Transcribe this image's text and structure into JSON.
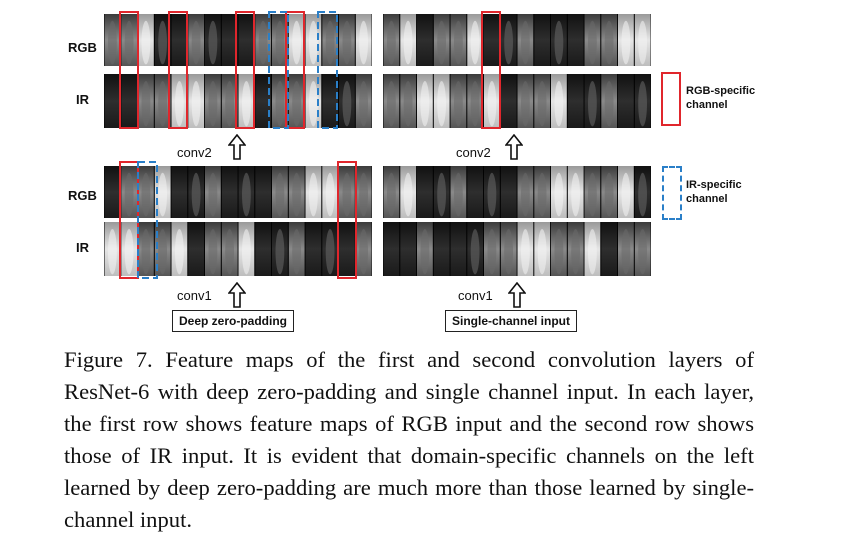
{
  "figure": {
    "row_labels": [
      "RGB",
      "IR",
      "RGB",
      "IR"
    ],
    "conv_labels": [
      "conv2",
      "conv2",
      "conv1",
      "conv1"
    ],
    "methods": [
      "Deep zero-padding",
      "Single-channel input"
    ],
    "legend": {
      "rgb_specific": "RGB-specific\nchannel",
      "ir_specific": "IR-specific\nchannel",
      "rgb_color": "#e0262c",
      "ir_color": "#2a7fc8"
    }
  },
  "caption": {
    "label": "Figure 7.",
    "text": " Feature maps of the first and second convolution layers of ResNet-6 with deep zero-padding and single channel input. In each layer, the first row shows feature maps of RGB input and the second row shows those of IR input.  It is evident that domain-specific channels on the left learned by deep zero-padding are much more than those learned by single-channel input."
  }
}
